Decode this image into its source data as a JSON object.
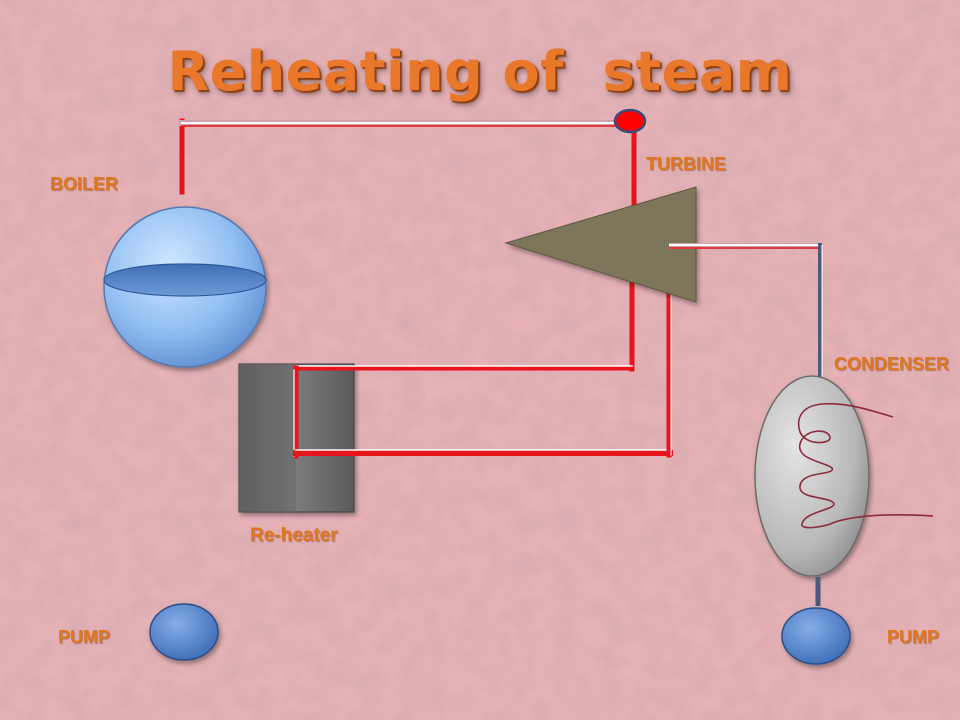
{
  "title": "Reheating of  steam",
  "labels": {
    "boiler": "BOILER",
    "turbine": "TURBINE",
    "condenser": "CONDENSER",
    "reheater": "Re-heater",
    "pump_left": "PUMP",
    "pump_right": "PUMP"
  },
  "colors": {
    "background": "#e6b2b6",
    "title": "#e9782a",
    "label": "#e0761f",
    "steam_pipe": "#e8141b",
    "return_pipe": "#4a5a78",
    "boiler": "#8fbcf2",
    "turbine": "#7e765a",
    "reheater": "#6f6f6f",
    "condenser": "#b9b9b9",
    "pump": "#5b8bd6",
    "valve": "#ff0000"
  }
}
